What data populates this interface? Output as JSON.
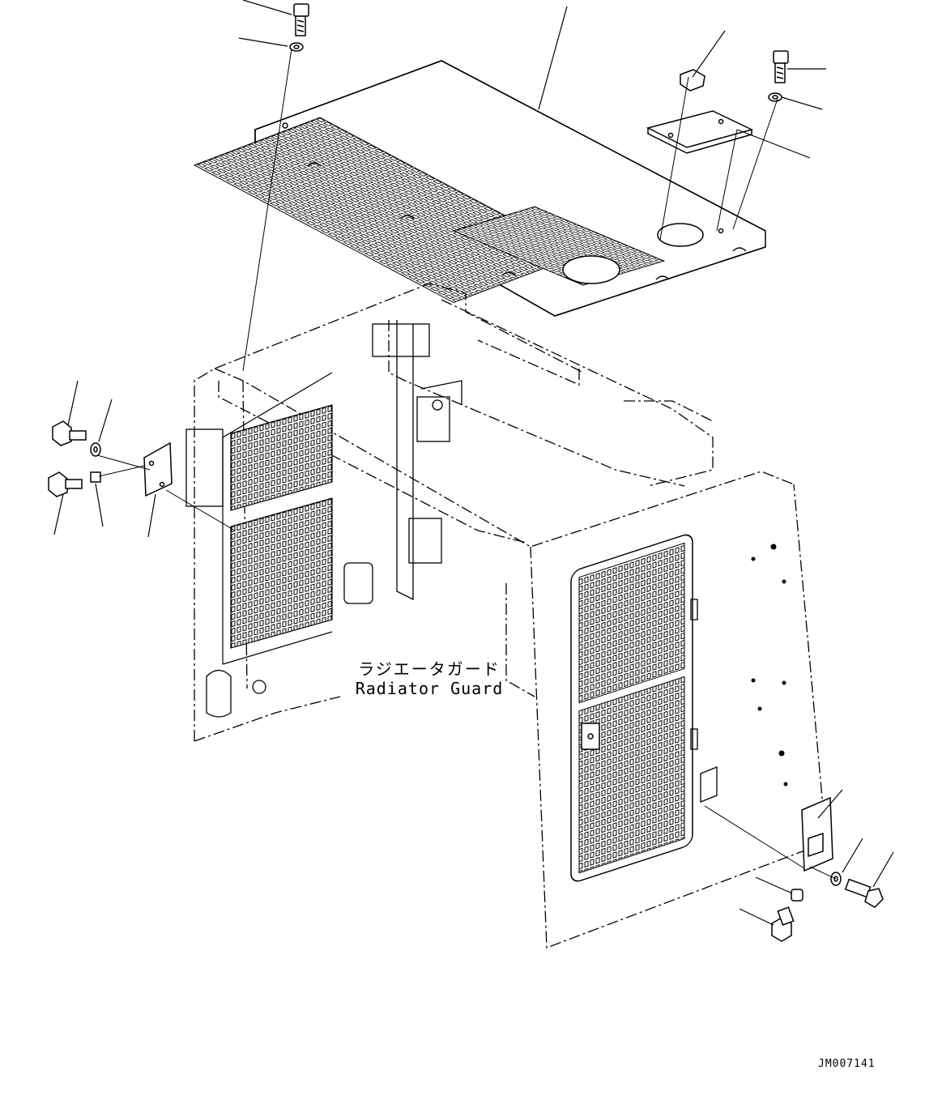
{
  "diagram": {
    "caption_jp": "ラジエータガード",
    "caption_en": "Radiator Guard",
    "drawing_id": "JM007141"
  }
}
